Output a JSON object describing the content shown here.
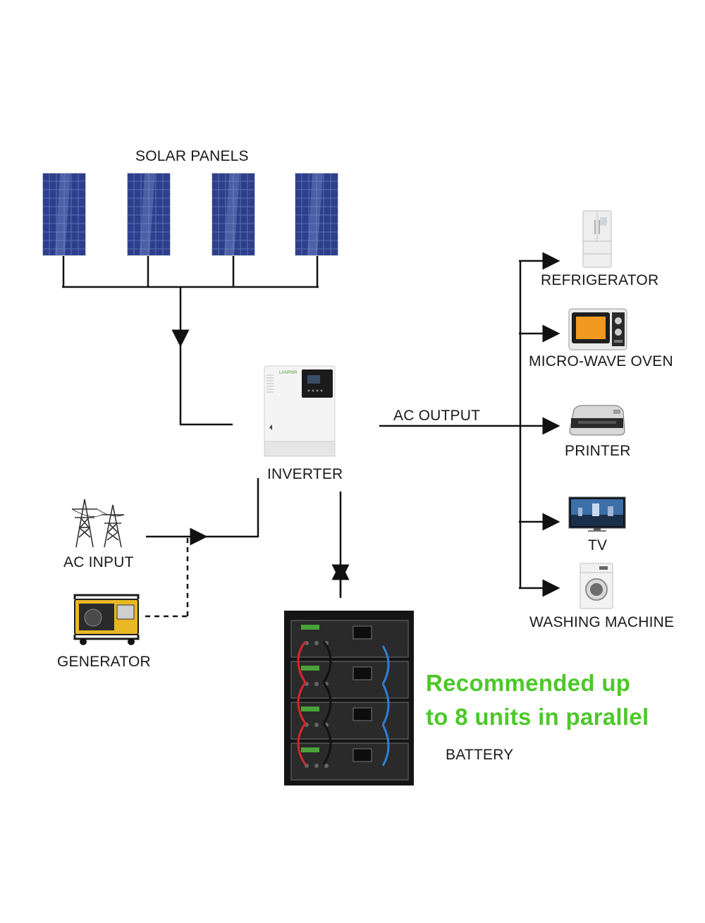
{
  "labels": {
    "solar_panels": "SOLAR PANELS",
    "inverter": "INVERTER",
    "ac_output": "AC OUTPUT",
    "ac_input": "AC INPUT",
    "generator": "GENERATOR",
    "battery": "BATTERY",
    "refrigerator": "REFRIGERATOR",
    "microwave": "MICRO-WAVE OVEN",
    "printer": "PRINTER",
    "tv": "TV",
    "washing_machine": "WASHING MACHINE"
  },
  "callout": {
    "line1": "Recommended up",
    "line2": "to 8 units in parallel"
  },
  "brand_logo": "LANPWR",
  "colors": {
    "callout_green": "#4cc82a",
    "panel_blue": "#2d3f8c",
    "wire": "#111111"
  }
}
